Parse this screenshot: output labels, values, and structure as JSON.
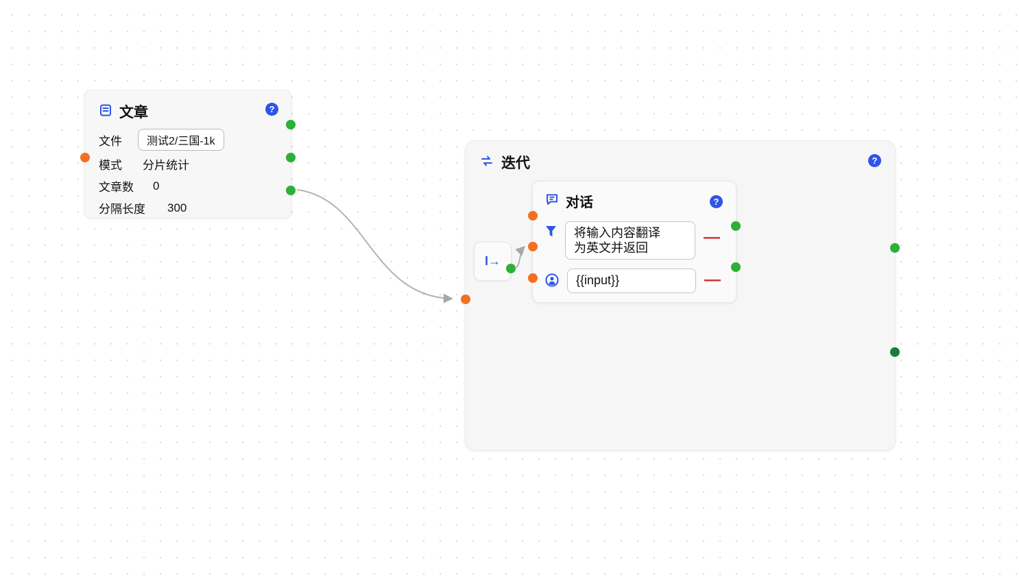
{
  "article_node": {
    "title": "文章",
    "help": "?",
    "fields": {
      "file_label": "文件",
      "file_value": "测试2/三国-1k",
      "mode_label": "模式",
      "mode_value": "分片统计",
      "count_label": "文章数",
      "count_value": "0",
      "length_label": "分隔长度",
      "length_value": "300"
    }
  },
  "iteration_node": {
    "title": "迭代",
    "help": "?",
    "iterator_label": "I→"
  },
  "chat_node": {
    "title": "对话",
    "help": "?",
    "system_prompt": "将输入内容翻译为英文并返回",
    "user_prompt": "{{input}}",
    "remove_system": "—",
    "remove_user": "—"
  },
  "colors": {
    "accent_blue": "#2f54e6",
    "port_green": "#2cb037",
    "port_green_dark": "#177f3c",
    "port_orange": "#f37021",
    "remove_red": "#cf2b2b",
    "edge_gray": "#b3b3b3"
  }
}
